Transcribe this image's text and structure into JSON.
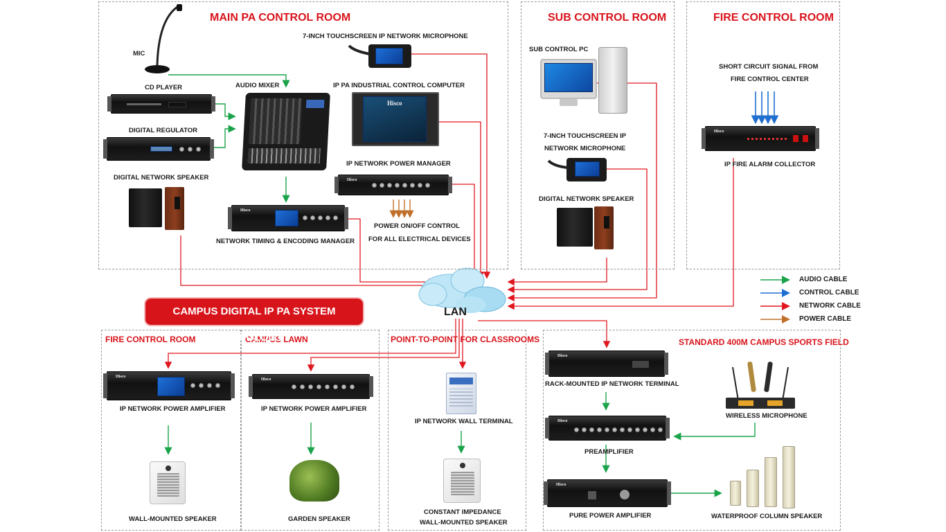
{
  "diagram_title": "CAMPUS DIGITAL IP PA SYSTEM TOPOLOGY",
  "zones": {
    "main_pa": "MAIN PA CONTROL ROOM",
    "sub_control": "SUB CONTROL ROOM",
    "fire_top": "FIRE CONTROL ROOM",
    "fire_bottom": "FIRE CONTROL ROOM",
    "campus_lawn": "CAMPUS LAWN",
    "classrooms": "POINT-TO-POINT FOR CLASSROOMS",
    "sports_field": "STANDARD 400M CAMPUS SPORTS FIELD"
  },
  "labels": {
    "mic": "MIC",
    "touch_mic_main": "7-INCH TOUCHSCREEN IP NETWORK MICROPHONE",
    "cd_player": "CD PLAYER",
    "audio_mixer": "AUDIO MIXER",
    "ip_pa_computer": "IP PA INDUSTRIAL CONTROL COMPUTER",
    "digital_regulator": "DIGITAL REGULATOR",
    "ip_power_manager": "IP NETWORK POWER MANAGER",
    "digital_speaker_main": "DIGITAL NETWORK SPEAKER",
    "power_control_1": "POWER ON/OFF CONTROL",
    "power_control_2": "FOR ALL ELECTRICAL DEVICES",
    "timing_manager": "NETWORK TIMING & ENCODING MANAGER",
    "sub_pc": "SUB CONTROL PC",
    "touch_mic_sub_1": "7-INCH TOUCHSCREEN IP",
    "touch_mic_sub_2": "NETWORK MICROPHONE",
    "digital_speaker_sub": "DIGITAL NETWORK SPEAKER",
    "short_circuit_1": "SHORT CIRCUIT SIGNAL FROM",
    "short_circuit_2": "FIRE CONTROL CENTER",
    "fire_alarm": "IP FIRE ALARM COLLECTOR",
    "lan": "LAN",
    "amp_fire": "IP NETWORK POWER AMPLIFIER",
    "wall_speaker": "WALL-MOUNTED SPEAKER",
    "amp_lawn": "IP NETWORK POWER AMPLIFIER",
    "garden_speaker": "GARDEN SPEAKER",
    "wall_terminal": "IP NETWORK WALL TERMINAL",
    "const_imp_1": "CONSTANT IMPEDANCE",
    "const_imp_2": "WALL-MOUNTED SPEAKER",
    "rack_terminal": "RACK-MOUNTED IP NETWORK TERMINAL",
    "wireless_mic": "WIRELESS MICROPHONE",
    "preamplifier": "PREAMPLIFIER",
    "pure_amp": "PURE POWER AMPLIFIER",
    "column_speaker": "WATERPROOF COLUMN SPEAKER",
    "brand": "Hisco"
  },
  "legend": [
    {
      "label": "AUDIO CABLE",
      "color": "#1aa34a"
    },
    {
      "label": "CONTROL CABLE",
      "color": "#1f6fd1"
    },
    {
      "label": "NETWORK CABLE",
      "color": "#e0171f"
    },
    {
      "label": "POWER CABLE",
      "color": "#c0702a"
    }
  ],
  "colors": {
    "accent_red": "#d8141b",
    "audio": "#1aa34a",
    "control": "#1f6fd1",
    "network": "#e0171f",
    "power": "#c0702a"
  }
}
